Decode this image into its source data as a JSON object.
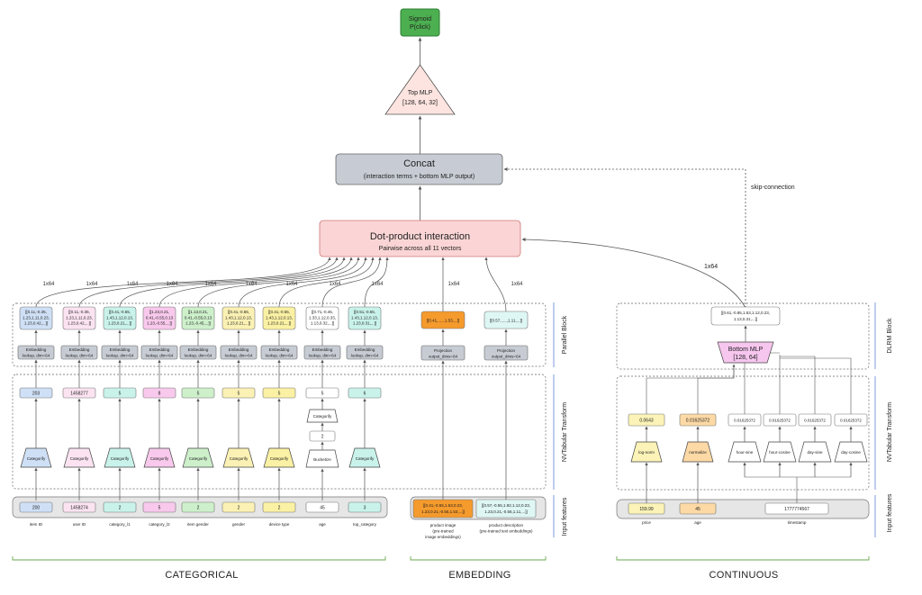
{
  "top": {
    "sigmoid": [
      "Sigmoid",
      "P(click)"
    ],
    "top_mlp": [
      "Top MLP",
      "[128, 64, 32]"
    ],
    "concat_title": "Concat",
    "concat_sub": "(interaction terms + bottom MLP output)",
    "dot_title": "Dot-product interaction",
    "dot_sub": "Pairwise across all 11 vectors",
    "skip": "skip-connection",
    "dim": "1x64"
  },
  "side_labels": {
    "parallel": "Parallel Block",
    "nvt_left": "NVTabular Transform",
    "input_left": "Input features",
    "dlrm": "DLRM Block",
    "nvt_right": "NVTabular Transform",
    "input_right": "Input features"
  },
  "sections": {
    "categorical": "CATEGORICAL",
    "embedding": "EMBEDDING",
    "continuous": "CONTINUOUS"
  },
  "categorical": {
    "features": [
      {
        "name": "item ID",
        "input": "200",
        "mid": "203",
        "embed": [
          "[[0.11,-0.35,",
          "1.23,1.11,0.23,",
          "1.23,0.42,...]]"
        ],
        "color": "#cfe0f6"
      },
      {
        "name": "user ID",
        "input": "1458274",
        "mid": "1458277",
        "embed": [
          "[[0.11,-0.35,",
          "1.23,1.11,0.23,",
          "1.23,0.42,...]]"
        ],
        "color": "#fbe3f1"
      },
      {
        "name": "category_l1",
        "input": "2",
        "mid": "5",
        "embed": [
          "[[0.41,-0.55,",
          "1.43,1.12,0.13,",
          "1.23,0.21,...]]"
        ],
        "color": "#c9f3ea"
      },
      {
        "name": "category_l2",
        "input": "5",
        "mid": "8",
        "embed": [
          "[[1.23,0.21,",
          "0.41,-0.55,0.13",
          "1.23,-0.55,...]]"
        ],
        "color": "#f8c9ec"
      },
      {
        "name": "item gender",
        "input": "2",
        "mid": "5",
        "embed": [
          "[[1.13,0.21,",
          "0.41,-0.55,0.13",
          "1.23,-0.45,...]]"
        ],
        "color": "#cdf0cb"
      },
      {
        "name": "gender",
        "input": "2",
        "mid": "5",
        "embed": [
          "[[0.41,-0.55,",
          "1.43,1.12,0.13,",
          "1.23,0.21,...]]"
        ],
        "color": "#fbf1b4"
      },
      {
        "name": "device type",
        "input": "2",
        "mid": "5",
        "embed": [
          "[[0.41,-0.55,",
          "1.43,1.12,0.13,",
          "1.23,0.21,...]]"
        ],
        "color": "#fbf1a4"
      },
      {
        "name": "age",
        "input": "45",
        "mid": "5",
        "embed": [
          "[[0.71,-0.45,",
          "1.33,1.12,0.33,",
          "1.13,0.32,...]]"
        ],
        "color": "#ffffff"
      },
      {
        "name": "top_category",
        "input": "3",
        "mid": "6",
        "embed": [
          "[[0.51,-0.55,",
          "1.43,1.12,0.13,",
          "1.23,0.31,...]]"
        ],
        "color": "#c9f3ea"
      }
    ],
    "op": "Categorify",
    "bucketize": "Bucketize",
    "bucket_value": "2",
    "lookup": [
      "Embedding",
      "lookup, dim=64"
    ]
  },
  "embedding": {
    "features": [
      {
        "name": [
          "product image",
          "(pre-trained",
          "image embeddings)"
        ],
        "input": [
          "[[0.41,-0.55,1.53,0.23,",
          "1.23,0.21,-0.55,1.53,...]]"
        ],
        "embed": "[[0.41,.....,1.53,...]]",
        "color": "#f59a2c",
        "proj": [
          "Projection",
          "output_dims=64"
        ]
      },
      {
        "name": [
          "product description",
          "(pre-trained text embeddings)"
        ],
        "input": [
          "[[0.57,-0.55,1.92,1.12,0.23,",
          "1.23,0.21,-0.55,1.11,...]]"
        ],
        "embed": "[[0.57,.....,1.11,...]]",
        "color": "#dff7f4",
        "proj": [
          "Projection",
          "output_dims=64"
        ]
      }
    ]
  },
  "continuous": {
    "features": [
      {
        "name": "price",
        "input": "159.99",
        "op": "log-norm",
        "out": "0.0643",
        "color": "#fbf3b7"
      },
      {
        "name": "age",
        "input": "45",
        "op": "normalize",
        "out": "0.01625372",
        "color": "#fcd9a5"
      }
    ],
    "timestamp": {
      "name": "timestamp",
      "input": "1777774567"
    },
    "time_ops": [
      {
        "op": "hour-sine",
        "out": "0.01625372"
      },
      {
        "op": "hour-cosine",
        "out": "0.01625372"
      },
      {
        "op": "day-sine",
        "out": "0.01625372"
      },
      {
        "op": "day-cosine",
        "out": "0.01625372"
      }
    ],
    "bottom_mlp": [
      "Bottom MLP",
      "[128, 64]"
    ],
    "mlp_out": [
      "[[0.61,-0.85,1.53,1.12,0.23,",
      "1.13,0.31,...]]"
    ]
  },
  "colors": {
    "sigmoid": "#4caf50",
    "top_mlp": "#fde4e0",
    "concat": "#c7ccd4",
    "dot": "#fbd5d5",
    "bottom_mlp": "#f7c6ef",
    "group_bg": "#e6e6e6",
    "section_line": "#6aa84f",
    "side_line": "#5b7fd6"
  }
}
